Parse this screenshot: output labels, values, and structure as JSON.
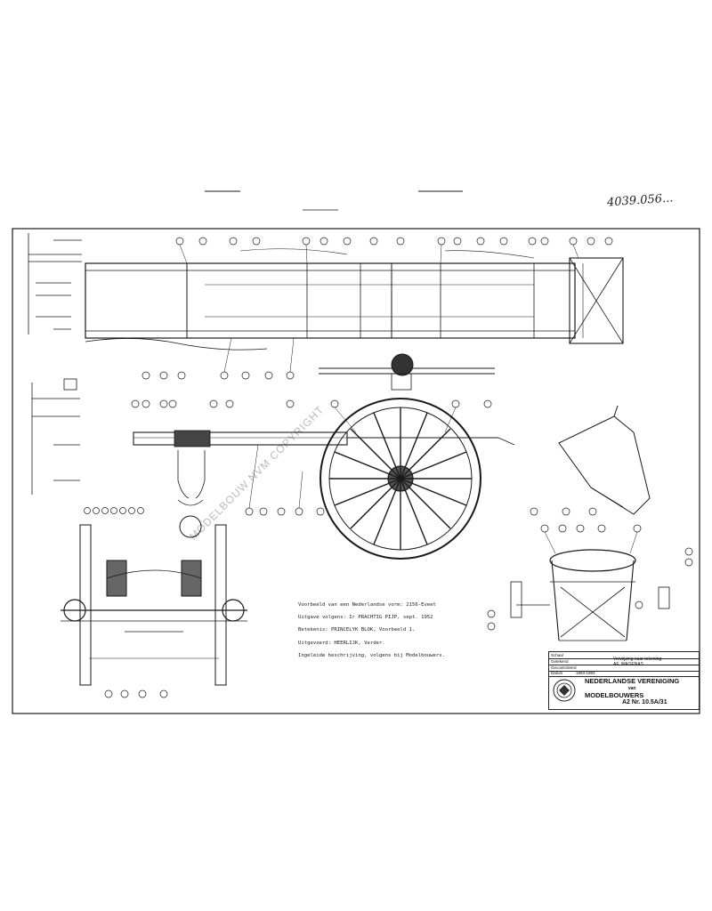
{
  "drawing": {
    "handwritten_ref": "4039.056...",
    "watermark": "MODELBOUW NVM COPYRIGHT",
    "notes": [
      "Voorbeeld van een Nederlandse vorm: 2156-Eveet",
      "Uitgave volgens: Ir PRACHTIG PIJP, sept. 1952",
      "Betekenis: PRINCELYK BLOK, Voorbeeld 1.",
      "Uitgevoerd: HEERLIJK, Verder.",
      "Ingeleide beschrijving, volgens bij Modelbouwers."
    ],
    "title_block": {
      "field_labels": [
        "Schaal",
        "Getekend",
        "Gecontroleerd",
        "Datum"
      ],
      "date_value": "1993-1983",
      "description": [
        "Verwijzing naar tekening",
        "AF. WAGENAS"
      ],
      "organisation_line1": "NEDERLANDSE VERENIGING",
      "organisation_line2": "van",
      "organisation_line3": "MODELBOUWERS",
      "sheet_number": "A2 Nr. 10.5A/31",
      "logo_icon": "nvm-seal-icon"
    }
  }
}
